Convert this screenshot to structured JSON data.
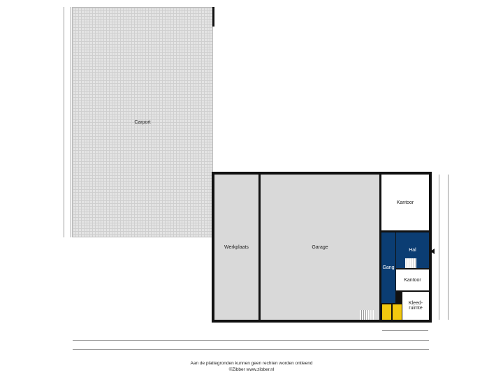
{
  "rooms": {
    "carport": "Carport",
    "werkplaats": "Werkplaats",
    "garage": "Garage",
    "kantoor_1": "Kantoor",
    "hal": "Hal",
    "gang": "Gang",
    "kantoor_2": "Kantoor",
    "kleedruimte": "Kleed-\nruimte"
  },
  "colors": {
    "blue": "#0b3d73",
    "yellow": "#f2c80f",
    "gray": "#d9d9d9"
  },
  "footer": {
    "disclaimer": "Aan de plattegronden kunnen geen rechten worden ontleend",
    "copyright": "©Zibber www.zibber.nl"
  }
}
